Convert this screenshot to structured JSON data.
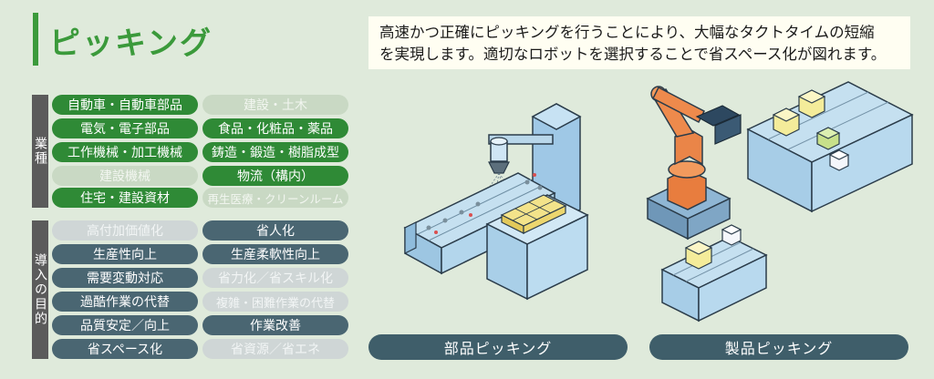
{
  "header": {
    "title": "ピッキング",
    "description_line1": "高速かつ正確にピッキングを行うことにより、大幅なタクトタイムの短縮",
    "description_line2": "を実現します。適切なロボットを選択することで省スペース化が図れます。"
  },
  "industries": {
    "label": "業種",
    "items": [
      {
        "label": "自動車・自動車部品",
        "active": true
      },
      {
        "label": "建設・土木",
        "active": false
      },
      {
        "label": "電気・電子部品",
        "active": true
      },
      {
        "label": "食品・化粧品・薬品",
        "active": true
      },
      {
        "label": "工作機械・加工機械",
        "active": true
      },
      {
        "label": "鋳造・鍛造・樹脂成型",
        "active": true
      },
      {
        "label": "建設機械",
        "active": false
      },
      {
        "label": "物流（構内）",
        "active": true
      },
      {
        "label": "住宅・建設資材",
        "active": true
      },
      {
        "label": "再生医療・クリーンルーム",
        "active": false
      }
    ]
  },
  "purposes": {
    "label": "導入の目的",
    "items": [
      {
        "label": "高付加価値化",
        "active": false
      },
      {
        "label": "省人化",
        "active": true
      },
      {
        "label": "生産性向上",
        "active": true
      },
      {
        "label": "生産柔軟性向上",
        "active": true
      },
      {
        "label": "需要変動対応",
        "active": true
      },
      {
        "label": "省力化／省スキル化",
        "active": false
      },
      {
        "label": "過酷作業の代替",
        "active": true
      },
      {
        "label": "複雑・困難作業の代替",
        "active": false
      },
      {
        "label": "品質安定／向上",
        "active": true
      },
      {
        "label": "作業改善",
        "active": true
      },
      {
        "label": "省スペース化",
        "active": true
      },
      {
        "label": "省資源／省エネ",
        "active": false
      }
    ]
  },
  "captions": {
    "parts_picking": "部品ピッキング",
    "product_picking": "製品ピッキング"
  },
  "colors": {
    "accent_green": "#3b9a3b",
    "pill_green": "#2f8a36",
    "pill_slate": "#4a6672",
    "background": "#dfeadb"
  }
}
